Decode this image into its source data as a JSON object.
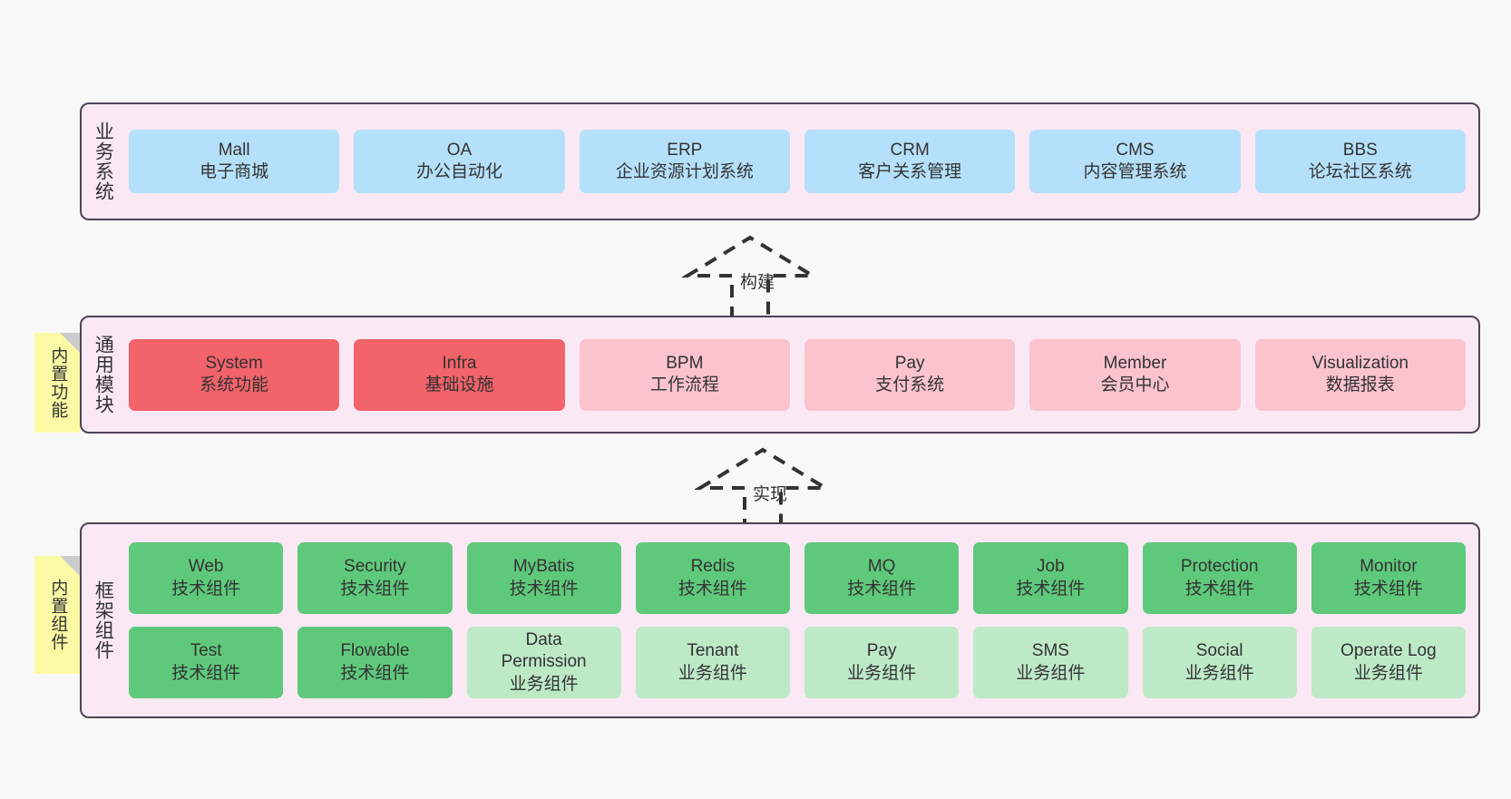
{
  "layers": [
    {
      "id": "business",
      "title": "业务系统",
      "rows": [
        [
          {
            "name": "Mall",
            "sub": "电子商城",
            "color": "blue"
          },
          {
            "name": "OA",
            "sub": "办公自动化",
            "color": "blue"
          },
          {
            "name": "ERP",
            "sub": "企业资源计划系统",
            "color": "blue"
          },
          {
            "name": "CRM",
            "sub": "客户关系管理",
            "color": "blue"
          },
          {
            "name": "CMS",
            "sub": "内容管理系统",
            "color": "blue"
          },
          {
            "name": "BBS",
            "sub": "论坛社区系统",
            "color": "blue"
          }
        ]
      ]
    },
    {
      "id": "modules",
      "title": "通用模块",
      "rows": [
        [
          {
            "name": "System",
            "sub": "系统功能",
            "color": "red"
          },
          {
            "name": "Infra",
            "sub": "基础设施",
            "color": "red"
          },
          {
            "name": "BPM",
            "sub": "工作流程",
            "color": "pink"
          },
          {
            "name": "Pay",
            "sub": "支付系统",
            "color": "pink"
          },
          {
            "name": "Member",
            "sub": "会员中心",
            "color": "pink"
          },
          {
            "name": "Visualization",
            "sub": "数据报表",
            "color": "pink"
          }
        ]
      ]
    },
    {
      "id": "framework",
      "title": "框架组件",
      "rows": [
        [
          {
            "name": "Web",
            "sub": "技术组件",
            "color": "green"
          },
          {
            "name": "Security",
            "sub": "技术组件",
            "color": "green"
          },
          {
            "name": "MyBatis",
            "sub": "技术组件",
            "color": "green"
          },
          {
            "name": "Redis",
            "sub": "技术组件",
            "color": "green"
          },
          {
            "name": "MQ",
            "sub": "技术组件",
            "color": "green"
          },
          {
            "name": "Job",
            "sub": "技术组件",
            "color": "green"
          },
          {
            "name": "Protection",
            "sub": "技术组件",
            "color": "green"
          },
          {
            "name": "Monitor",
            "sub": "技术组件",
            "color": "green"
          }
        ],
        [
          {
            "name": "Test",
            "sub": "技术组件",
            "color": "green"
          },
          {
            "name": "Flowable",
            "sub": "技术组件",
            "color": "green"
          },
          {
            "name": "Data",
            "name2": "Permission",
            "sub": "业务组件",
            "color": "mint"
          },
          {
            "name": "Tenant",
            "sub": "业务组件",
            "color": "mint"
          },
          {
            "name": "Pay",
            "sub": "业务组件",
            "color": "mint"
          },
          {
            "name": "SMS",
            "sub": "业务组件",
            "color": "mint"
          },
          {
            "name": "Social",
            "sub": "业务组件",
            "color": "mint"
          },
          {
            "name": "Operate Log",
            "sub": "业务组件",
            "color": "mint"
          }
        ]
      ]
    }
  ],
  "notes": [
    {
      "id": "builtin-function",
      "label": "内置功能"
    },
    {
      "id": "builtin-component",
      "label": "内置组件"
    }
  ],
  "arrows": [
    {
      "id": "build",
      "label": "构建"
    },
    {
      "id": "impl",
      "label": "实现"
    }
  ],
  "colors": {
    "canvas": "#f8f8f8",
    "layer_fill": "#fae9f4",
    "layer_stroke": "#4d4355",
    "blue": "#b5e0fb",
    "red": "#f2636a",
    "pink": "#fac3cd",
    "green": "#5fc97b",
    "mint": "#bde9c7",
    "note_fill": "#fdfaa5",
    "note_fold": "#cccccc",
    "text": "#333333",
    "arrow_stroke": "#333333"
  }
}
